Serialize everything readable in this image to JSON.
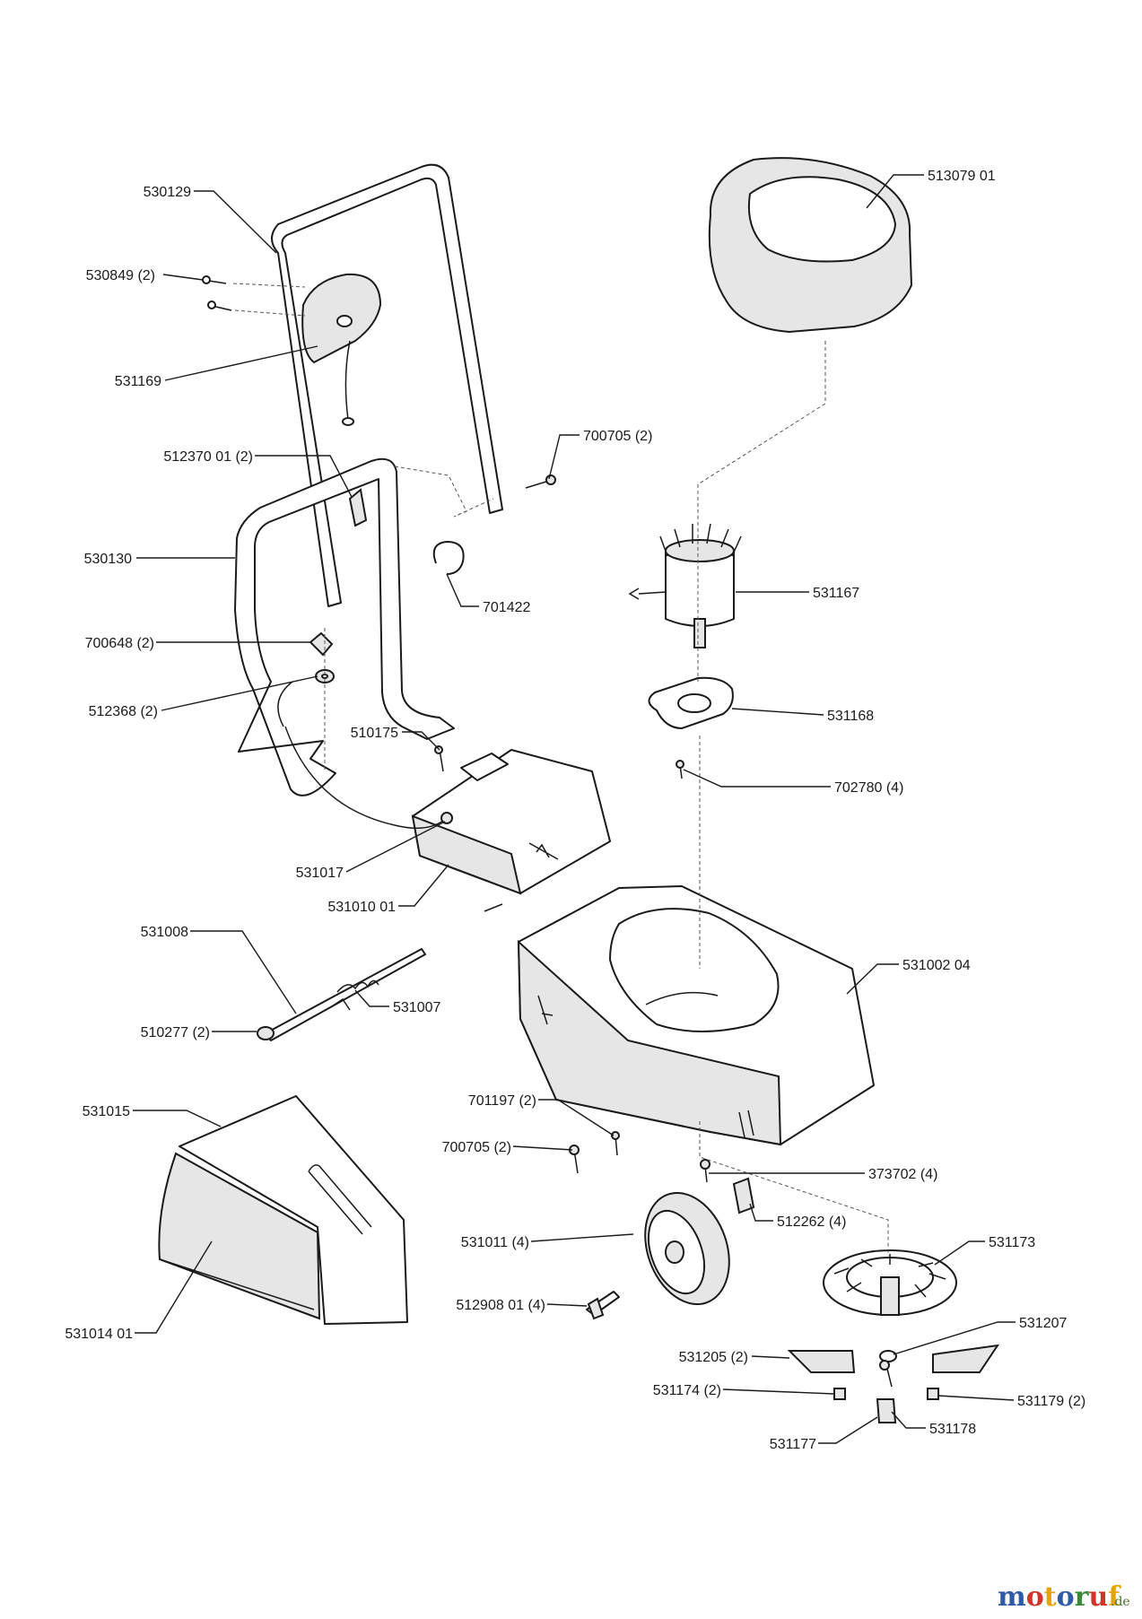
{
  "labels": {
    "p530129": "530129",
    "p530849": "530849 (2)",
    "p531169": "531169",
    "p512370": "512370 01 (2)",
    "p530130": "530130",
    "p700648": "700648 (2)",
    "p512368": "512368 (2)",
    "p510175": "510175",
    "p531017": "531017",
    "p531010": "531010 01",
    "p531008": "531008",
    "p531007": "531007",
    "p510277": "510277 (2)",
    "p531015": "531015",
    "p531014": "531014 01",
    "p513079": "513079 01",
    "p700705a": "700705 (2)",
    "p701422": "701422",
    "p531167": "531167",
    "p531168": "531168",
    "p702780": "702780 (4)",
    "p531002": "531002 04",
    "p701197": "701197 (2)",
    "p700705b": "700705 (2)",
    "p373702": "373702 (4)",
    "p512262": "512262 (4)",
    "p531011": "531011 (4)",
    "p531173": "531173",
    "p512908": "512908 01 (4)",
    "p531207": "531207",
    "p531205": "531205 (2)",
    "p531174": "531174 (2)",
    "p531179": "531179 (2)",
    "p531178": "531178",
    "p531177": "531177"
  },
  "watermark": {
    "name": "motoruf",
    "tld": ".de",
    "colors": [
      "#2f5aa8",
      "#d0342c",
      "#e6a400",
      "#2f5aa8",
      "#3a8a3a",
      "#d0342c",
      "#e6a400"
    ]
  }
}
